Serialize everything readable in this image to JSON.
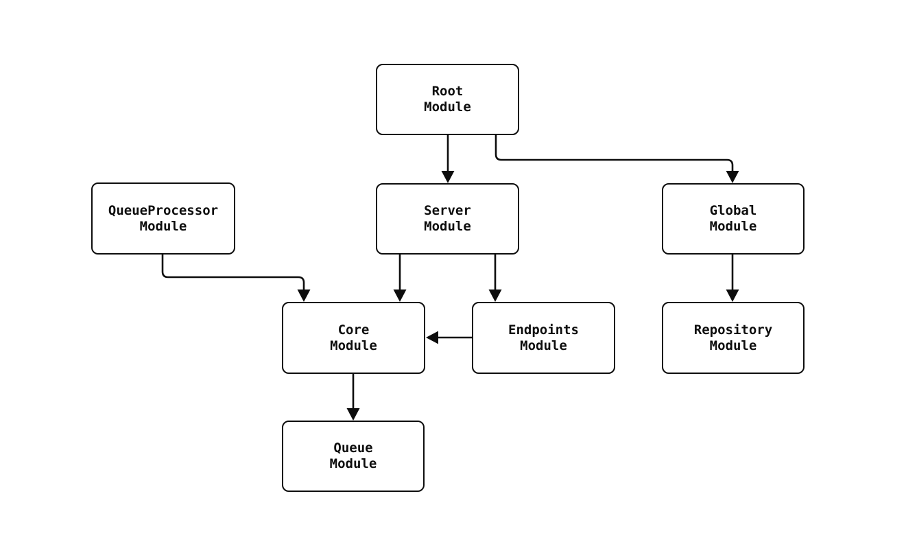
{
  "diagram": {
    "type": "module-dependency-flowchart",
    "background_color": "#ffffff",
    "stroke_color": "#0d0d0d",
    "node_fill_color": "#ffffff",
    "nodes": {
      "root": {
        "label": "Root\nModule"
      },
      "queueprocessor": {
        "label": "QueueProcessor\nModule"
      },
      "server": {
        "label": "Server\nModule"
      },
      "global": {
        "label": "Global\nModule"
      },
      "core": {
        "label": "Core\nModule"
      },
      "endpoints": {
        "label": "Endpoints\nModule"
      },
      "repository": {
        "label": "Repository\nModule"
      },
      "queue": {
        "label": "Queue\nModule"
      }
    },
    "edges": [
      {
        "from": "Root Module",
        "to": "Server Module"
      },
      {
        "from": "Root Module",
        "to": "Global Module"
      },
      {
        "from": "QueueProcessor Module",
        "to": "Core Module"
      },
      {
        "from": "Server Module",
        "to": "Core Module"
      },
      {
        "from": "Server Module",
        "to": "Endpoints Module"
      },
      {
        "from": "Endpoints Module",
        "to": "Core Module"
      },
      {
        "from": "Global Module",
        "to": "Repository Module"
      },
      {
        "from": "Core Module",
        "to": "Queue Module"
      }
    ]
  }
}
